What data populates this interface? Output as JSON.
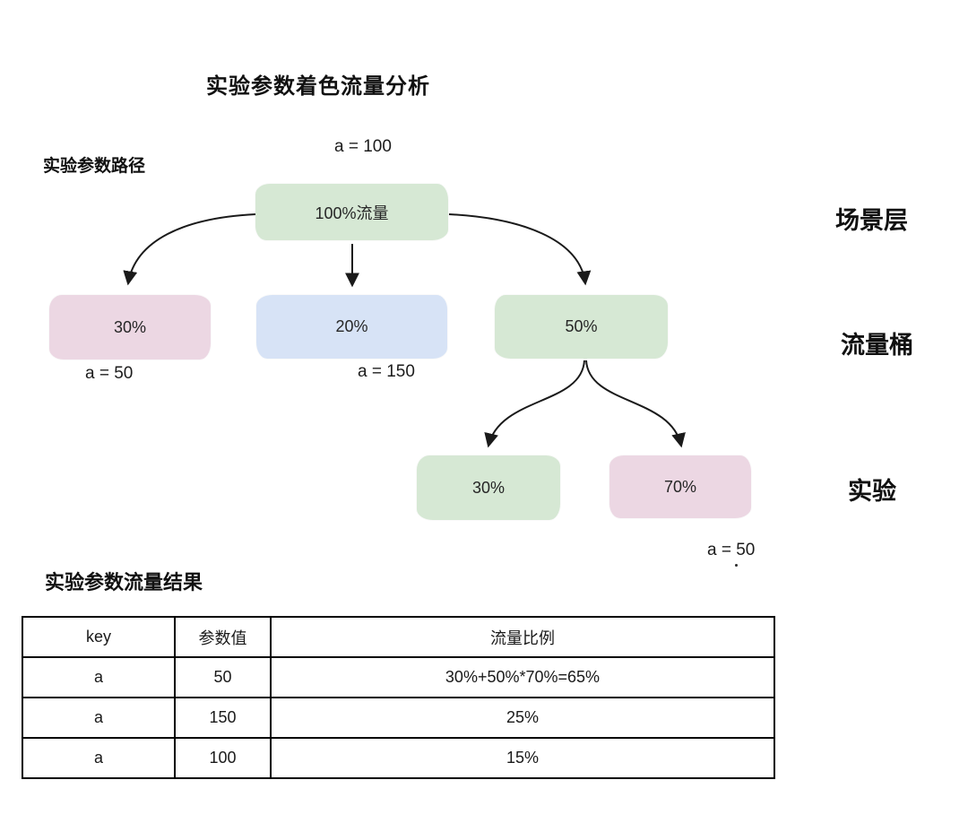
{
  "diagram": {
    "title": "实验参数着色流量分析",
    "path_label": "实验参数路径",
    "root_caption": "a = 100",
    "nodes": {
      "root": "100%流量",
      "bucket_left": "30%",
      "bucket_mid": "20%",
      "bucket_right": "50%",
      "exp_left": "30%",
      "exp_right": "70%"
    },
    "captions": {
      "bucket_left": "a = 50",
      "bucket_mid": "a = 150",
      "exp_right": "a = 50"
    },
    "layer_labels": {
      "scene": "场景层",
      "bucket": "流量桶",
      "experiment": "实验"
    },
    "colors": {
      "green": "#d6e8d4",
      "pink": "#ecd7e3",
      "blue": "#d7e3f6",
      "arrow": "#1a1a1a"
    }
  },
  "table": {
    "title": "实验参数流量结果",
    "headers": [
      "key",
      "参数值",
      "流量比例"
    ],
    "rows": [
      [
        "a",
        "50",
        "30%+50%*70%=65%"
      ],
      [
        "a",
        "150",
        "25%"
      ],
      [
        "a",
        "100",
        "15%"
      ]
    ]
  }
}
